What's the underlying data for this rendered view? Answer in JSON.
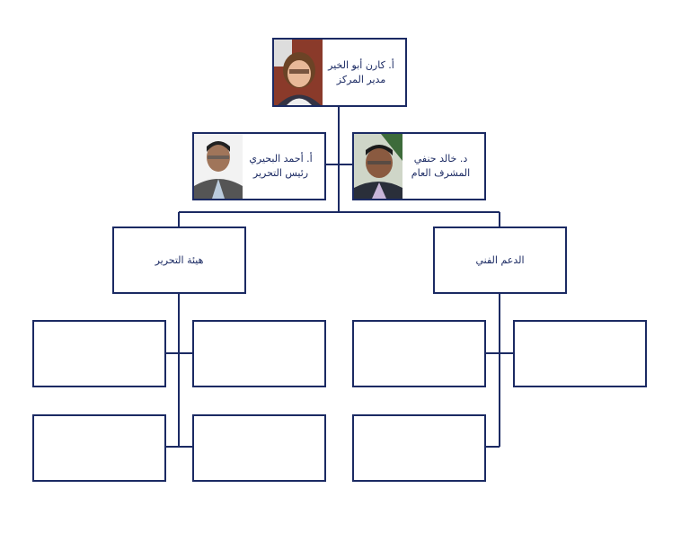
{
  "colors": {
    "line": "#1b2a63",
    "text": "#1b2a63"
  },
  "director": {
    "name": "أ. كارن أبو الخير",
    "title": "مدير المركز"
  },
  "editor_in_chief": {
    "name": "أ. أحمد البحيري",
    "title": "رئيس التحرير"
  },
  "supervisor": {
    "name": "د. خالد حنفي",
    "title": "المشرف العام"
  },
  "departments": [
    {
      "label": "هيئة التحرير"
    },
    {
      "label": "الدعم الفني"
    }
  ]
}
